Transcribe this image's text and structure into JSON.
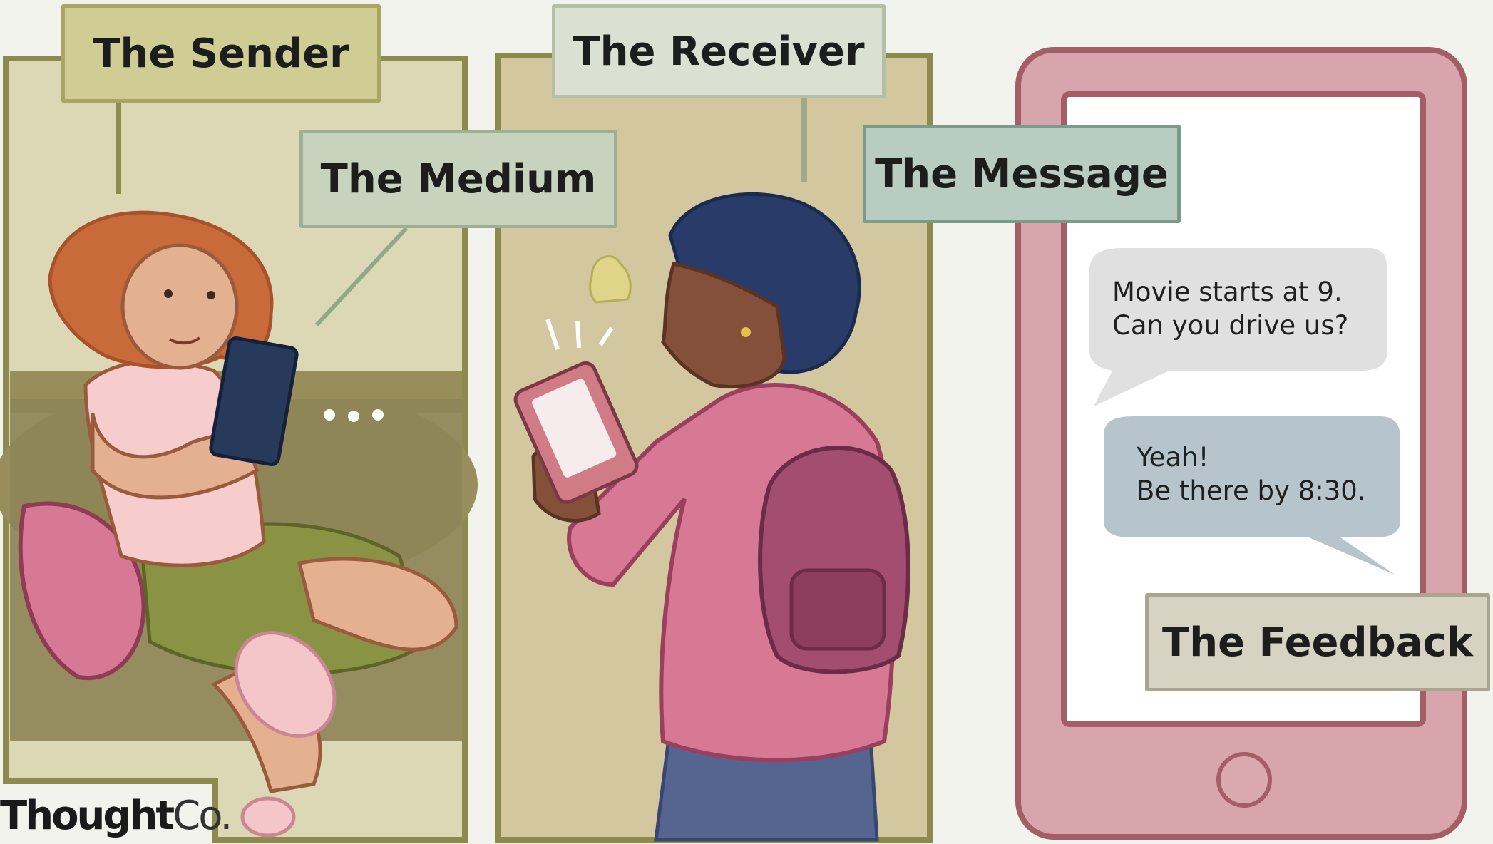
{
  "labels": {
    "sender": "The Sender",
    "receiver": "The Receiver",
    "medium": "The Medium",
    "message": "The Message",
    "feedback": "The Feedback"
  },
  "phone_chat": {
    "incoming_message": "Movie starts at 9.\nCan you drive us?",
    "reply_message": "Yeah!\nBe there by 8:30."
  },
  "brand": {
    "name_bold": "Thought",
    "name_regular": "Co."
  },
  "colors": {
    "panel_sender": "#dbd7b4",
    "panel_receiver": "#d4c8a0",
    "panel_border": "#8c8a4c",
    "phone_body": "#d8a5ad",
    "phone_border": "#a35e66",
    "bubble_incoming": "#e0e0e0",
    "bubble_reply": "#b6c4cc",
    "figure_pink": "#d77894",
    "figure_olive": "#8a9244"
  }
}
